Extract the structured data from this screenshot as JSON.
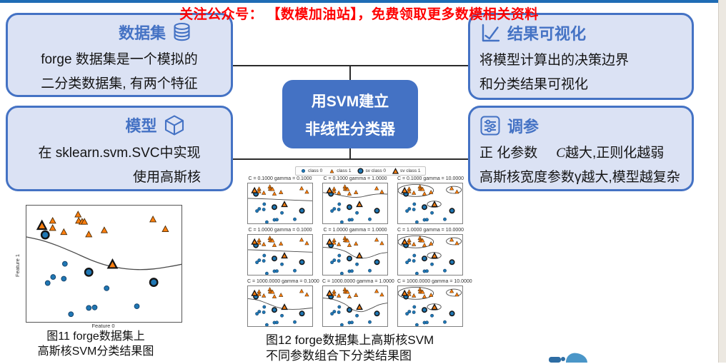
{
  "banner": {
    "text": "关注公众号： 【数模加油站】，免费领取更多数模相关资料",
    "color": "#ff0000"
  },
  "accents": {
    "top_bar": "#1f6cb5",
    "side_strip": "#ece8e1"
  },
  "diagram": {
    "colors": {
      "box_fill": "#dbe2f4",
      "box_border": "#4472c4",
      "title_text": "#4472c4",
      "center_fill": "#4472c4",
      "center_text": "#ffffff"
    },
    "dataset_box": {
      "title": "数据集",
      "icon": "database-icon",
      "line1": "forge 数据集是一个模拟的",
      "line2": "二分类数据集, 有两个特征"
    },
    "model_box": {
      "title": "模型",
      "icon": "cube-icon",
      "line1": "在 sklearn.svm.SVC中实现",
      "line2": "使用高斯核"
    },
    "center_box": {
      "line1": "用SVM建立",
      "line2": "非线性分类器"
    },
    "viz_box": {
      "title": "结果可视化",
      "icon": "line-chart-icon",
      "line1": "将模型计算出的决策边界",
      "line2": "和分类结果可视化"
    },
    "tuning_box": {
      "title": "调参",
      "icon": "sliders-icon",
      "line1_pre": "正 化参数",
      "line1_var": "C",
      "line1_post": "越大,正则化越弱",
      "line2": "高斯核宽度参数γ越大,模型越复杂"
    }
  },
  "figure11": {
    "caption1": "图11 forge数据集上",
    "caption2": "高斯核SVM分类结果图",
    "xlabel": "Feature 0",
    "ylabel": "Feature 1"
  },
  "figure12": {
    "caption1": "图12 forge数据集上高斯核SVM",
    "caption2": "不同参数组合下分类结果图"
  },
  "chart_data": [
    {
      "id": "fig11",
      "type": "scatter",
      "title": "",
      "xlabel": "Feature 0",
      "ylabel": "Feature 1",
      "boundary_key": "fig11_boundary",
      "note_axes": "no tick labels shown; point coords normalized 0-1 (y from top)"
    },
    {
      "id": "fig12",
      "type": "scatter-grid",
      "legend": [
        "class 0",
        "class 1",
        "sv class 0",
        "sv class 1"
      ],
      "subplots": [
        {
          "title": "C = 0.1000 gamma = 0.1000",
          "boundary_key": "flat"
        },
        {
          "title": "C = 0.1000 gamma = 1.0000",
          "boundary_key": "wave_high"
        },
        {
          "title": "C = 0.1000 gamma = 10.0000",
          "boundary_key": "islands"
        },
        {
          "title": "C = 1.0000 gamma = 0.1000",
          "boundary_key": "flat"
        },
        {
          "title": "C = 1.0000 gamma = 1.0000",
          "boundary_key": "wave_mid"
        },
        {
          "title": "C = 1.0000 gamma = 10.0000",
          "boundary_key": "islands"
        },
        {
          "title": "C = 1000.0000 gamma = 0.1000",
          "boundary_key": "gentle"
        },
        {
          "title": "C = 1000.0000 gamma = 1.0000",
          "boundary_key": "wave_deep"
        },
        {
          "title": "C = 1000.0000 gamma = 10.0000",
          "boundary_key": "islands"
        }
      ]
    }
  ],
  "scatter_points": {
    "class0": [
      [
        0.121,
        0.252,
        1
      ],
      [
        0.248,
        0.501,
        0
      ],
      [
        0.172,
        0.614,
        0
      ],
      [
        0.241,
        0.629,
        0
      ],
      [
        0.137,
        0.666,
        0
      ],
      [
        0.402,
        0.573,
        1
      ],
      [
        0.517,
        0.711,
        0
      ],
      [
        0.821,
        0.66,
        1
      ],
      [
        0.712,
        0.866,
        0
      ],
      [
        0.402,
        0.88,
        0
      ],
      [
        0.44,
        0.876,
        0
      ],
      [
        0.287,
        0.934,
        0
      ]
    ],
    "class1": [
      [
        0.1,
        0.171,
        1
      ],
      [
        0.169,
        0.13,
        0
      ],
      [
        0.169,
        0.192,
        0
      ],
      [
        0.241,
        0.227,
        0
      ],
      [
        0.333,
        0.076,
        0
      ],
      [
        0.337,
        0.13,
        0
      ],
      [
        0.359,
        0.138,
        0
      ],
      [
        0.374,
        0.138,
        0
      ],
      [
        0.402,
        0.247,
        0
      ],
      [
        0.502,
        0.212,
        0
      ],
      [
        0.816,
        0.118,
        0
      ],
      [
        0.896,
        0.202,
        0
      ],
      [
        0.555,
        0.505,
        1
      ]
    ]
  },
  "boundaries": {
    "fig11_boundary": [
      {
        "curve": [
          [
            0,
            0.27
          ],
          [
            0.1,
            0.3
          ],
          [
            0.2,
            0.345
          ],
          [
            0.3,
            0.4
          ],
          [
            0.42,
            0.47
          ],
          [
            0.52,
            0.515
          ],
          [
            0.62,
            0.54
          ],
          [
            0.72,
            0.55
          ],
          [
            0.82,
            0.545
          ],
          [
            0.92,
            0.525
          ],
          [
            1,
            0.505
          ]
        ]
      }
    ],
    "flat": [
      {
        "curve": [
          [
            0,
            0.36
          ],
          [
            0.3,
            0.375
          ],
          [
            0.65,
            0.4
          ],
          [
            1,
            0.42
          ]
        ]
      }
    ],
    "gentle": [
      {
        "curve": [
          [
            0,
            0.3
          ],
          [
            0.15,
            0.335
          ],
          [
            0.3,
            0.42
          ],
          [
            0.45,
            0.51
          ],
          [
            0.6,
            0.555
          ],
          [
            0.78,
            0.555
          ],
          [
            1,
            0.52
          ]
        ]
      }
    ],
    "wave_high": [
      {
        "curve": [
          [
            0,
            0.22
          ],
          [
            0.15,
            0.25
          ],
          [
            0.3,
            0.3
          ],
          [
            0.45,
            0.335
          ],
          [
            0.58,
            0.325
          ],
          [
            0.7,
            0.285
          ],
          [
            0.85,
            0.255
          ],
          [
            1,
            0.26
          ]
        ]
      }
    ],
    "wave_mid": [
      {
        "curve": [
          [
            0,
            0.3
          ],
          [
            0.18,
            0.33
          ],
          [
            0.34,
            0.4
          ],
          [
            0.48,
            0.53
          ],
          [
            0.6,
            0.565
          ],
          [
            0.72,
            0.535
          ],
          [
            0.86,
            0.455
          ],
          [
            1,
            0.42
          ]
        ]
      }
    ],
    "wave_deep": [
      {
        "curve": [
          [
            0,
            0.285
          ],
          [
            0.17,
            0.325
          ],
          [
            0.33,
            0.43
          ],
          [
            0.46,
            0.57
          ],
          [
            0.59,
            0.615
          ],
          [
            0.72,
            0.545
          ],
          [
            0.86,
            0.445
          ],
          [
            1,
            0.4
          ]
        ]
      }
    ],
    "islands": [
      {
        "ellipse": [
          0.27,
          0.17,
          0.27,
          0.145
        ]
      },
      {
        "ellipse": [
          0.85,
          0.155,
          0.115,
          0.085
        ]
      },
      {
        "ellipse": [
          0.55,
          0.5,
          0.105,
          0.075
        ]
      }
    ]
  },
  "plot_colors": {
    "class0": "#1f77b4",
    "class1": "#ff7f0e",
    "edge": "#17456e",
    "tri_edge": "#4a2c08",
    "sv_edge": "#141414",
    "boundary": "#4a4a4a"
  }
}
